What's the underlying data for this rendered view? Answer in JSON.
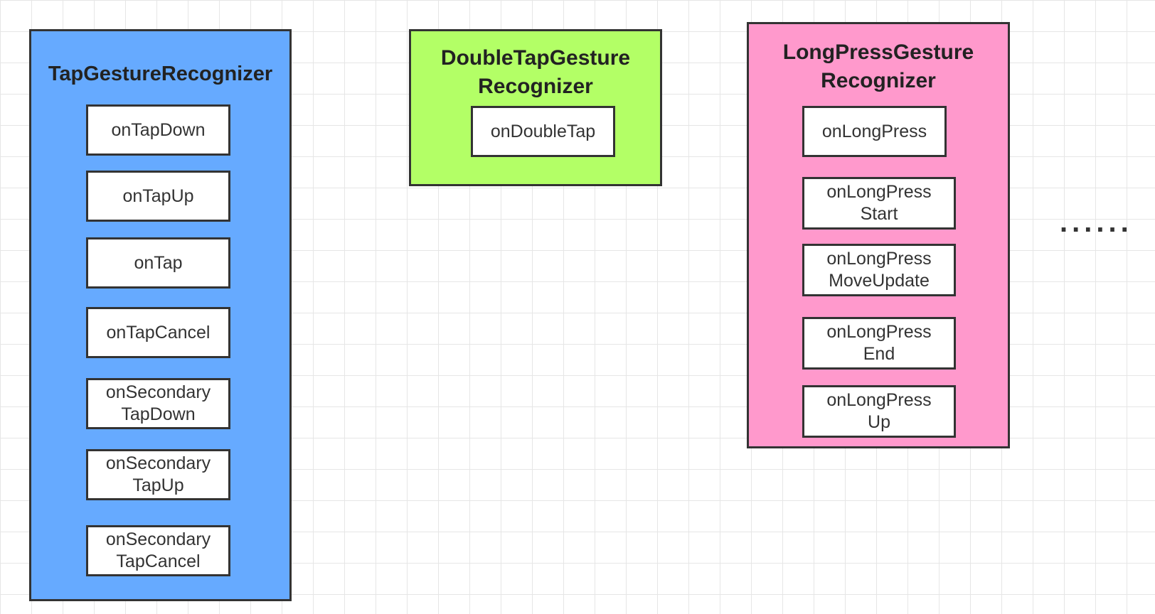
{
  "groups": {
    "tap": {
      "title": "TapGestureRecognizer",
      "color": "#66aaff",
      "callbacks": [
        [
          "onTapDown"
        ],
        [
          "onTapUp"
        ],
        [
          "onTap"
        ],
        [
          "onTapCancel"
        ],
        [
          "onSecondary",
          "TapDown"
        ],
        [
          "onSecondary",
          "TapUp"
        ],
        [
          "onSecondary",
          "TapCancel"
        ]
      ]
    },
    "double_tap": {
      "title_lines": [
        "DoubleTapGesture",
        "Recognizer"
      ],
      "color": "#b3ff66",
      "callbacks": [
        [
          "onDoubleTap"
        ]
      ]
    },
    "long_press": {
      "title_lines": [
        "LongPressGesture",
        "Recognizer"
      ],
      "color": "#ff99cc",
      "callbacks": [
        [
          "onLongPress"
        ],
        [
          "onLongPress",
          "Start"
        ],
        [
          "onLongPress",
          "MoveUpdate"
        ],
        [
          "onLongPress",
          "End"
        ],
        [
          "onLongPress",
          "Up"
        ]
      ]
    }
  },
  "ellipsis": "......"
}
